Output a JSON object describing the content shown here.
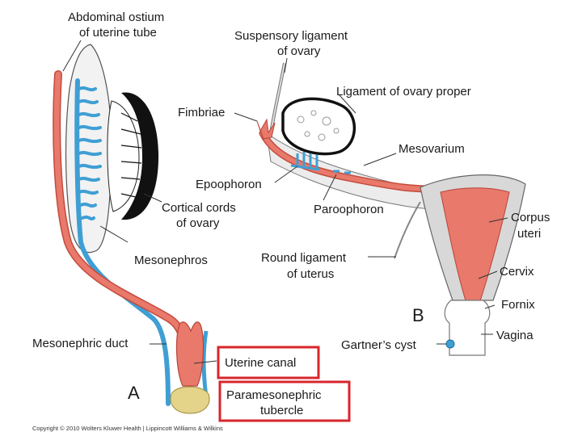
{
  "panels": {
    "a": "A",
    "b": "B"
  },
  "labels": {
    "abdominal_ostium_l1": "Abdominal ostium",
    "abdominal_ostium_l2": "of uterine tube",
    "suspensory_l1": "Suspensory ligament",
    "suspensory_l2": "of ovary",
    "ligament_ovary_proper": "Ligament of ovary proper",
    "fimbriae": "Fimbriae",
    "mesovarium": "Mesovarium",
    "epoophoron": "Epoophoron",
    "cortical_cords_l1": "Cortical cords",
    "cortical_cords_l2": "of ovary",
    "paroophoron": "Paroophoron",
    "corpus_uteri_l1": "Corpus",
    "corpus_uteri_l2": "uteri",
    "mesonephros": "Mesonephros",
    "round_ligament_l1": "Round ligament",
    "round_ligament_l2": "of uterus",
    "cervix": "Cervix",
    "fornix": "Fornix",
    "mesonephric_duct": "Mesonephric duct",
    "gartners_cyst": "Gartner’s cyst",
    "vagina": "Vagina",
    "uterine_canal": "Uterine canal",
    "paramesonephric_l1": "Paramesonephric",
    "paramesonephric_l2": "tubercle"
  },
  "copyright": "Copyright © 2010 Wolters Kluwer Health | Lippincott Williams & Wilkins",
  "colors": {
    "paramesonephric": "#e8796b",
    "mesonephric": "#3f9fd4",
    "highlight_box": "#d8262c",
    "ovary_cortex": "#111111",
    "tubercle": "#e4d48a"
  }
}
